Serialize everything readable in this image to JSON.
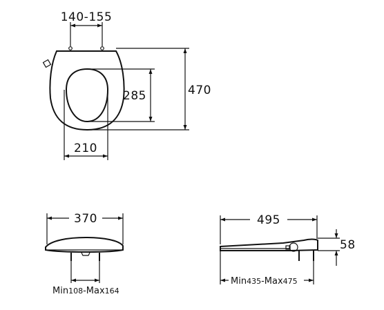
{
  "top_view": {
    "dim_hinge_spacing": "140-155",
    "dim_opening_length": "285",
    "dim_overall_length": "470",
    "dim_opening_width": "210"
  },
  "front_view": {
    "dim_overall_width": "370",
    "dim_fixing_prefix": "Min",
    "dim_fixing_min": "108",
    "dim_fixing_sep": "-Max",
    "dim_fixing_max": "164"
  },
  "side_view": {
    "dim_overall_depth": "495",
    "dim_height": "58",
    "dim_fixing_prefix": "Min",
    "dim_fixing_min": "435",
    "dim_fixing_sep": "-Max",
    "dim_fixing_max": "475"
  }
}
